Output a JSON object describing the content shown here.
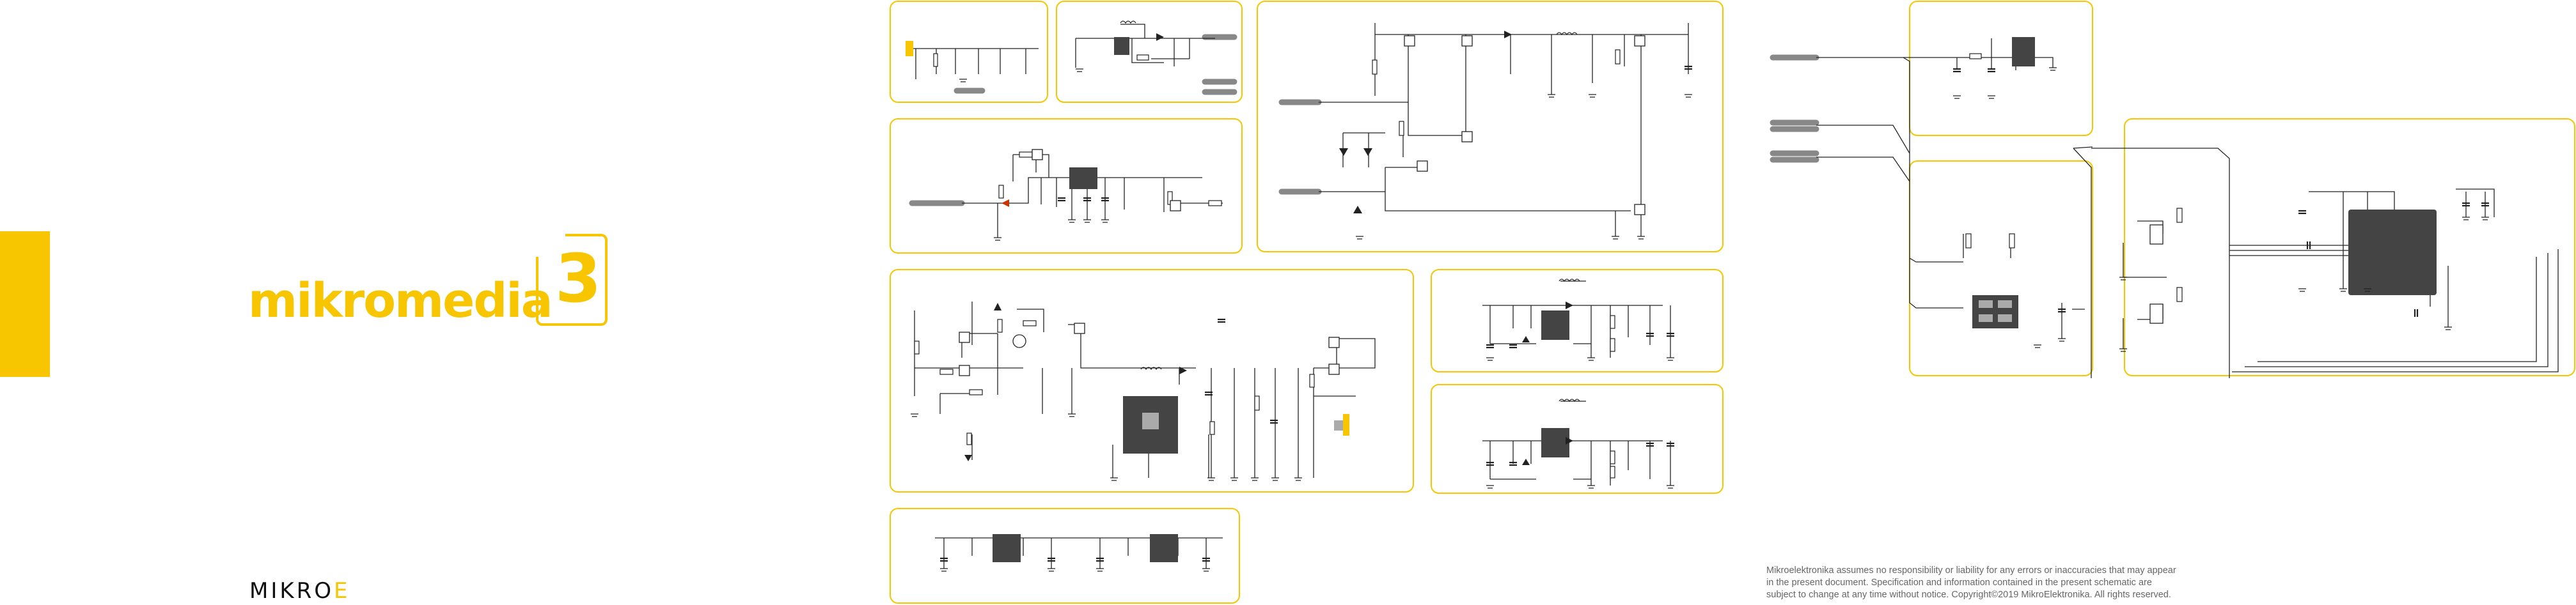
{
  "brand": {
    "product_name": "mikromedia",
    "product_number": "3",
    "company_logo_main": "MIKRO",
    "company_logo_accent": "E",
    "accent_color": "#f7c600"
  },
  "disclaimer": {
    "line1": "Mikroelektronika assumes no responsibility or liability for any errors or inaccuracies that may appear",
    "line2": "in the present document. Specification and information contained in the present schematic are",
    "line3": "subject to change at any time without notice. Copyright©2019 MikroElektronika. All rights reserved."
  },
  "schematic": {
    "line_color": "#222222",
    "chip_color": "#444444",
    "frame_color": "#f7c600",
    "connector_color": "#888888",
    "panel_count": 11
  }
}
